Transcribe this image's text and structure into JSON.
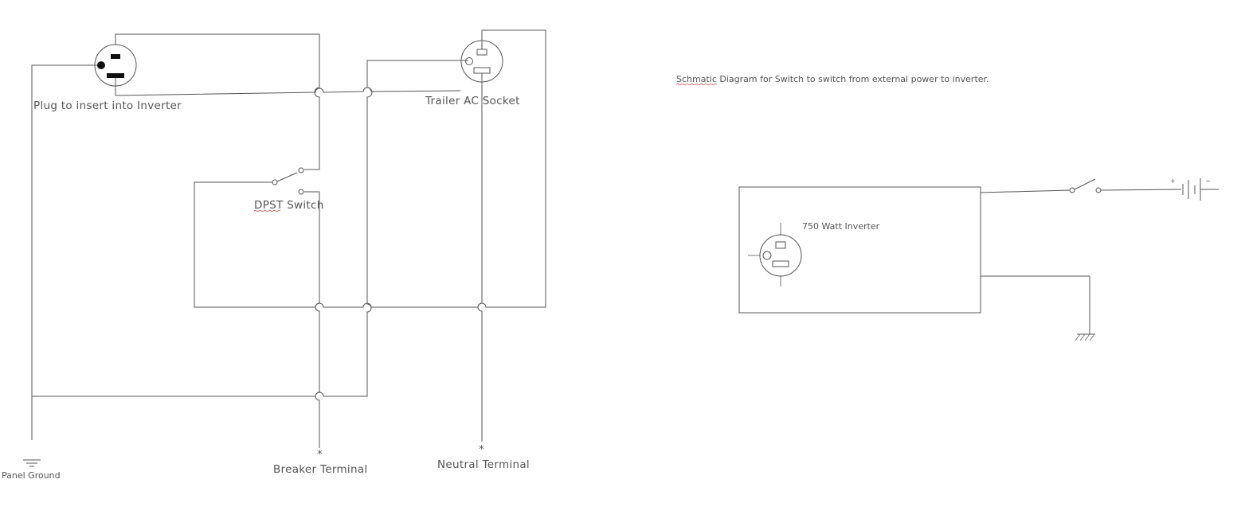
{
  "schematic_note": {
    "prefix": "Schmatic",
    "rest": " Diagram for Switch to switch from external power to inverter."
  },
  "labels": {
    "plug": "Plug to insert into Inverter",
    "trailer_socket": "Trailer AC Socket",
    "dpst_prefix": "DPST",
    "dpst_rest": " Switch",
    "breaker_terminal": "Breaker Terminal",
    "neutral_terminal": "Neutral Terminal",
    "panel_ground": "Panel Ground",
    "terminal_mark": "*",
    "inverter": "750 Watt Inverter",
    "battery_plus": "+",
    "battery_minus": "−"
  },
  "colors": {
    "wire": "#555555",
    "text": "#555555",
    "spellcheck": "#d04040",
    "background": "#ffffff"
  }
}
